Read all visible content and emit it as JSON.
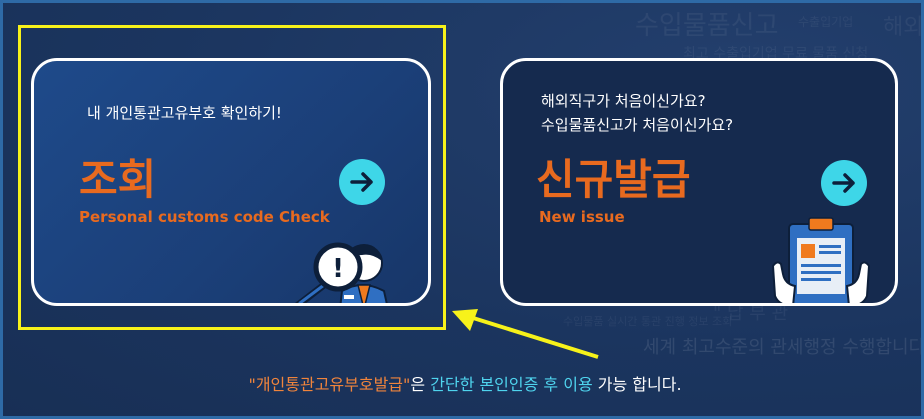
{
  "background_text": [
    "수입물품신고",
    "수출입기업",
    "해외",
    "최고 수출입기업 무료 물품 신청",
    "세계 최고수준의 관세행정 수행합니다",
    "수입물품 실시간 통관 진행 정보 조회",
    "\" 납 부 관"
  ],
  "left_card": {
    "subtitle": "내 개인통관고유부호 확인하기!",
    "title": "조회",
    "subtitle_en": "Personal customs code Check",
    "illustration_text": "!"
  },
  "right_card": {
    "subtitle_lines": [
      "해외직구가 처음이신가요?",
      "수입물품신고가 처음이신가요?"
    ],
    "title": "신규발급",
    "subtitle_en": "New issue"
  },
  "notice": {
    "part1": "\"개인통관고유부호발급\"",
    "part2": "은 ",
    "part3": "간단한 본인인증 후 이용",
    "part4": " 가능 합니다."
  },
  "colors": {
    "accent_orange": "#e86a1f",
    "accent_cyan": "#3ed6e8",
    "highlight_yellow": "#f7f21a",
    "background": "#1b355f"
  }
}
